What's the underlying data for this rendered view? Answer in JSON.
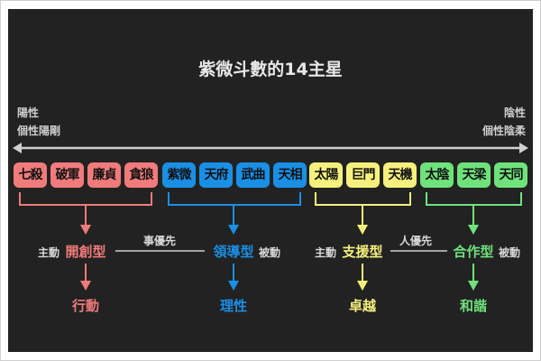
{
  "title": "紫微斗數的14主星",
  "left_axis": {
    "label": "陽性",
    "sublabel": "個性陽剛"
  },
  "right_axis": {
    "label": "陰性",
    "sublabel": "個性陰柔"
  },
  "colors": {
    "red": "#f17b7b",
    "blue": "#1a8fe6",
    "yellow": "#f6f17c",
    "green": "#6fe27b",
    "axis": "#d0d0d0"
  },
  "groups": [
    {
      "color": "red",
      "stars": [
        "七殺",
        "破軍",
        "廉貞",
        "貪狼"
      ],
      "type": "開創型",
      "trait": "行動",
      "left_note": "主動"
    },
    {
      "color": "blue",
      "stars": [
        "紫微",
        "天府",
        "武曲",
        "天相"
      ],
      "type": "領導型",
      "trait": "理性",
      "right_note": "被動"
    },
    {
      "color": "yellow",
      "stars": [
        "太陽",
        "巨門",
        "天機"
      ],
      "type": "支援型",
      "trait": "卓越",
      "left_note": "主動"
    },
    {
      "color": "green",
      "stars": [
        "太陰",
        "天梁",
        "天同"
      ],
      "type": "合作型",
      "trait": "和諧",
      "right_note": "被動"
    }
  ],
  "connectors": [
    "事優先",
    "人優先"
  ]
}
